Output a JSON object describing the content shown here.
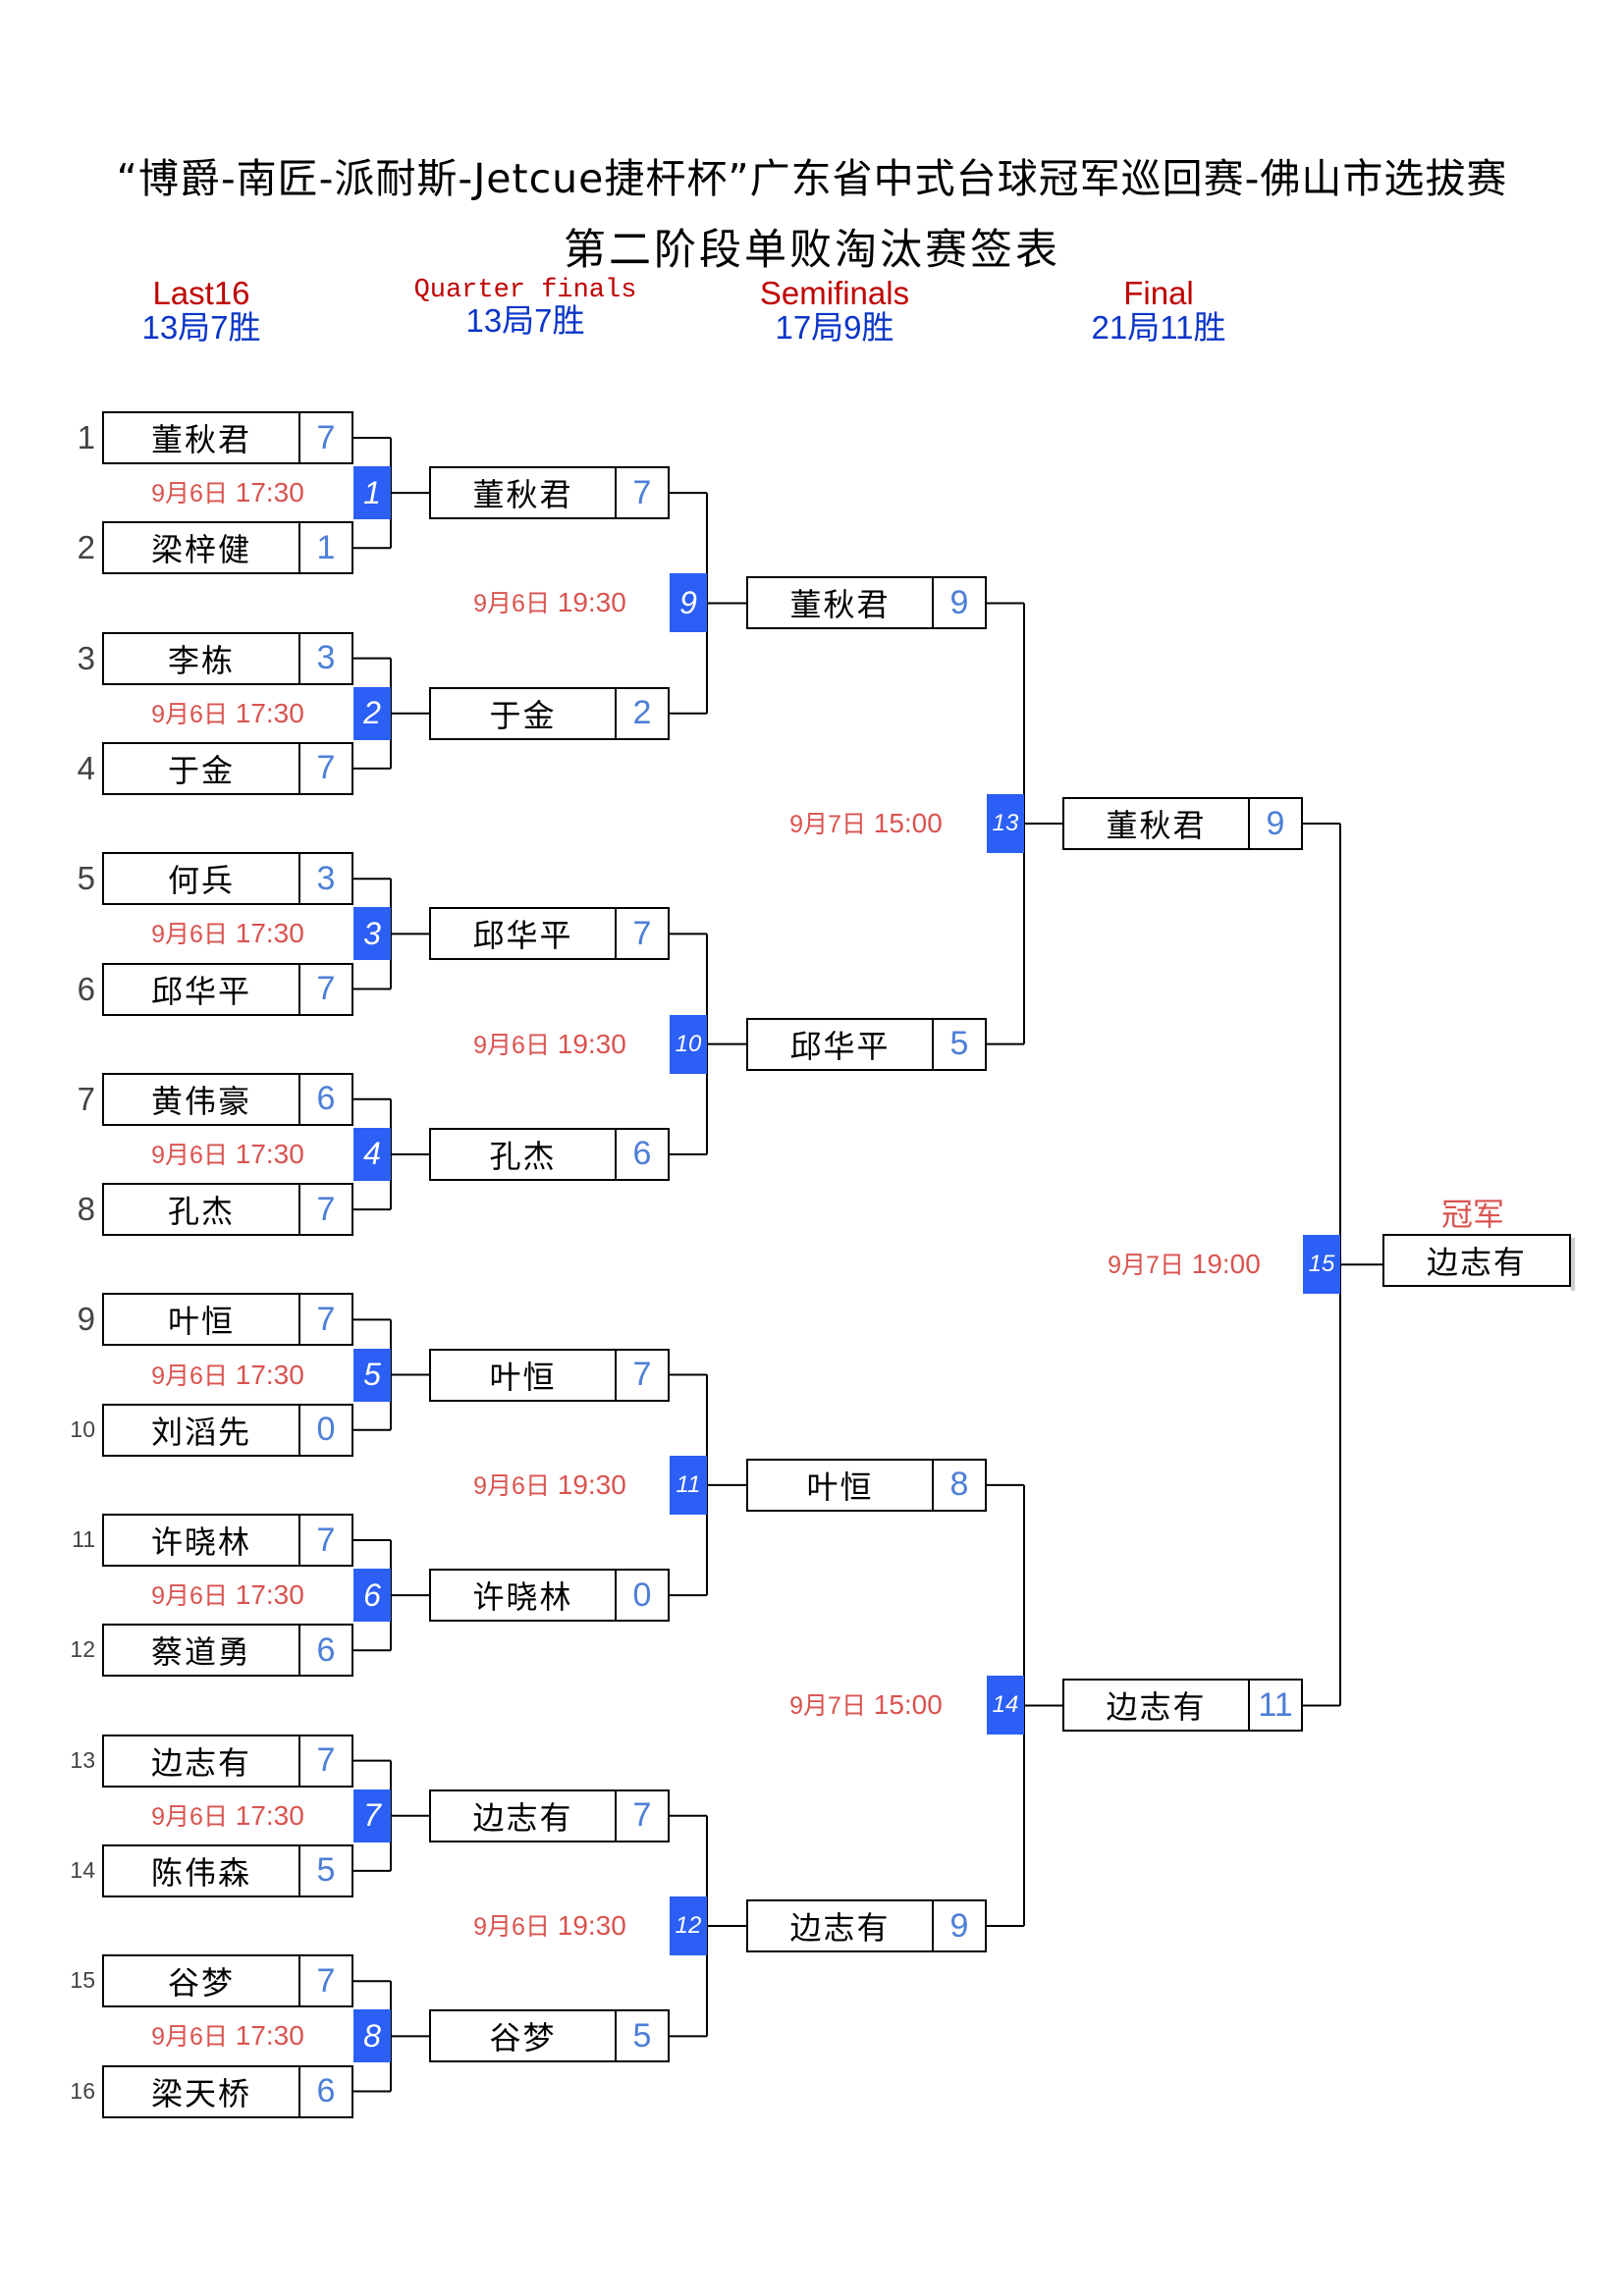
{
  "title_line1": "“博爵-南匠-派耐斯-Jetcue捷杆杯”广东省中式台球冠军巡回赛-佛山市选拔赛",
  "title_line2": "第二阶段单败淘汰赛签表",
  "rounds": [
    {
      "name": "Last16",
      "rule": "13局7胜"
    },
    {
      "name": "Quarter finals",
      "rule": "13局7胜"
    },
    {
      "name": "Semifinals",
      "rule": "17局9胜"
    },
    {
      "name": "Final",
      "rule": "21局11胜"
    }
  ],
  "seeds": [
    "1",
    "2",
    "3",
    "4",
    "5",
    "6",
    "7",
    "8",
    "9",
    "10",
    "11",
    "12",
    "13",
    "14",
    "15",
    "16"
  ],
  "r1": [
    {
      "name": "董秋君",
      "score": "7"
    },
    {
      "name": "梁梓健",
      "score": "1"
    },
    {
      "name": "李栋",
      "score": "3"
    },
    {
      "name": "于金",
      "score": "7"
    },
    {
      "name": "何兵",
      "score": "3"
    },
    {
      "name": "邱华平",
      "score": "7"
    },
    {
      "name": "黄伟豪",
      "score": "6"
    },
    {
      "name": "孔杰",
      "score": "7"
    },
    {
      "name": "叶恒",
      "score": "7"
    },
    {
      "name": "刘滔先",
      "score": "0"
    },
    {
      "name": "许晓林",
      "score": "7"
    },
    {
      "name": "蔡道勇",
      "score": "6"
    },
    {
      "name": "边志有",
      "score": "7"
    },
    {
      "name": "陈伟森",
      "score": "5"
    },
    {
      "name": "谷梦",
      "score": "7"
    },
    {
      "name": "梁天桥",
      "score": "6"
    }
  ],
  "r2": [
    {
      "name": "董秋君",
      "score": "7"
    },
    {
      "name": "于金",
      "score": "2"
    },
    {
      "name": "邱华平",
      "score": "7"
    },
    {
      "name": "孔杰",
      "score": "6"
    },
    {
      "name": "叶恒",
      "score": "7"
    },
    {
      "name": "许晓林",
      "score": "0"
    },
    {
      "name": "边志有",
      "score": "7"
    },
    {
      "name": "谷梦",
      "score": "5"
    }
  ],
  "r3": [
    {
      "name": "董秋君",
      "score": "9"
    },
    {
      "name": "邱华平",
      "score": "5"
    },
    {
      "name": "叶恒",
      "score": "8"
    },
    {
      "name": "边志有",
      "score": "9"
    }
  ],
  "r4": [
    {
      "name": "董秋君",
      "score": "9"
    },
    {
      "name": "边志有",
      "score": "11"
    }
  ],
  "matches": {
    "r1": [
      {
        "num": "1",
        "date": "9月6日",
        "time": "17:30"
      },
      {
        "num": "2",
        "date": "9月6日",
        "time": "17:30"
      },
      {
        "num": "3",
        "date": "9月6日",
        "time": "17:30"
      },
      {
        "num": "4",
        "date": "9月6日",
        "time": "17:30"
      },
      {
        "num": "5",
        "date": "9月6日",
        "time": "17:30"
      },
      {
        "num": "6",
        "date": "9月6日",
        "time": "17:30"
      },
      {
        "num": "7",
        "date": "9月6日",
        "time": "17:30"
      },
      {
        "num": "8",
        "date": "9月6日",
        "time": "17:30"
      }
    ],
    "r2": [
      {
        "num": "9",
        "date": "9月6日",
        "time": "19:30"
      },
      {
        "num": "10",
        "date": "9月6日",
        "time": "19:30"
      },
      {
        "num": "11",
        "date": "9月6日",
        "time": "19:30"
      },
      {
        "num": "12",
        "date": "9月6日",
        "time": "19:30"
      }
    ],
    "r3": [
      {
        "num": "13",
        "date": "9月7日",
        "time": "15:00"
      },
      {
        "num": "14",
        "date": "9月7日",
        "time": "15:00"
      }
    ],
    "r4": [
      {
        "num": "15",
        "date": "9月7日",
        "time": "19:00"
      }
    ]
  },
  "champion_label": "冠军",
  "champion_name": "边志有",
  "colors": {
    "match_number_bg": "#2b5ff5",
    "time_text": "#d9534f",
    "score_text": "#4d7fd6",
    "round_name": "#c00000",
    "round_rule": "#0a35c8"
  }
}
